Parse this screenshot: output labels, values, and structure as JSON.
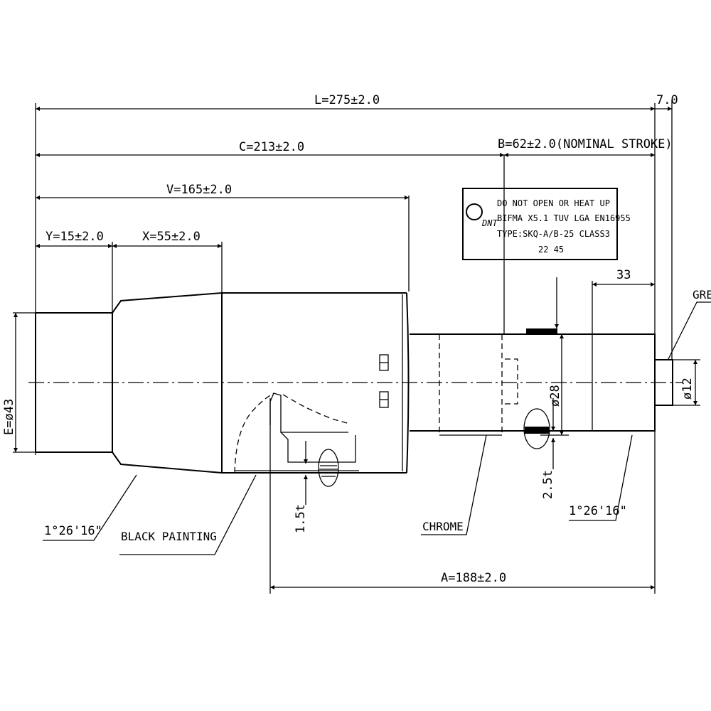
{
  "dimensions": {
    "L": "L=275±2.0",
    "C": "C=213±2.0",
    "V": "V=165±2.0",
    "Y": "Y=15±2.0",
    "X": "X=55±2.0",
    "B": "B=62±2.0(NOMINAL STROKE)",
    "end_7": "7.0",
    "d33": "33",
    "E": "E=ø43",
    "d28": "ø28",
    "d12": "ø12",
    "t25": "2.5t",
    "t15": "1.5t",
    "A": "A=188±2.0",
    "taper_left": "1°26'16\"",
    "taper_right": "1°26'16\""
  },
  "callouts": {
    "black_painting": "BLACK PAINTING",
    "chrome": "CHROME",
    "grease_cut": "GRE"
  },
  "label_plate": {
    "logo": "DNT",
    "line1": "DO NOT OPEN OR HEAT UP",
    "line2": "BIFMA X5.1 TUV LGA EN16955",
    "line3": "TYPE:SKQ-A/B-25 CLASS3",
    "line4": "22 45"
  }
}
